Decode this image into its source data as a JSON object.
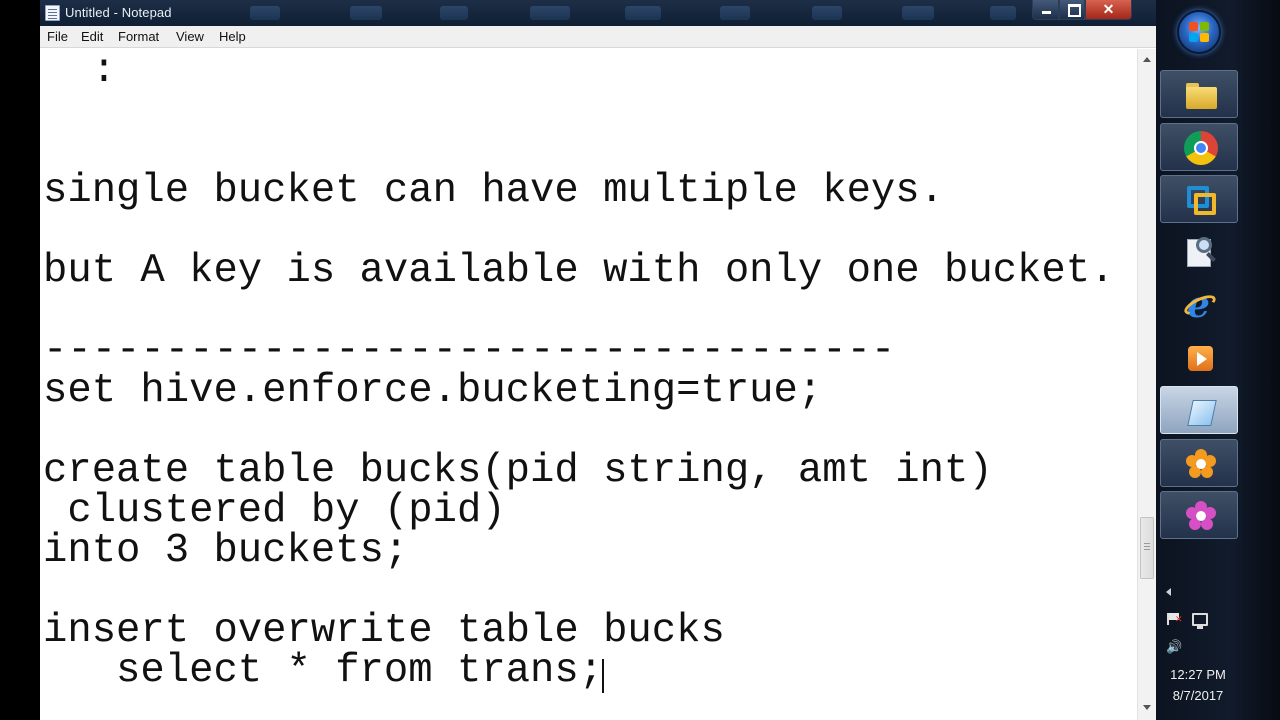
{
  "window": {
    "title": "Untitled - Notepad",
    "close_glyph": "✕"
  },
  "menu": {
    "items": [
      "File",
      "Edit",
      "Format",
      "View",
      "Help"
    ]
  },
  "editor": {
    "lines": [
      "  :",
      "",
      "",
      "single bucket can have multiple keys.",
      "",
      "but A key is available with only one bucket.",
      "",
      "-----------------------------------",
      "set hive.enforce.bucketing=true;",
      "",
      "create table bucks(pid string, amt int)",
      " clustered by (pid)",
      "into 3 buckets;",
      "",
      "insert overwrite table bucks",
      "   select * from trans;"
    ]
  },
  "taskbar": {
    "apps": [
      {
        "name": "windows-explorer",
        "icon": "folder-icon"
      },
      {
        "name": "google-chrome",
        "icon": "chrome-icon"
      },
      {
        "name": "vmware",
        "icon": "vm-icon"
      },
      {
        "name": "search",
        "icon": "search-doc-icon"
      },
      {
        "name": "internet-explorer",
        "icon": "ie-icon"
      },
      {
        "name": "media-player",
        "icon": "player-icon"
      },
      {
        "name": "notepad",
        "icon": "notepad-icon"
      },
      {
        "name": "app-orange",
        "icon": "flower-icon"
      },
      {
        "name": "app-pink",
        "icon": "flower-icon"
      }
    ],
    "clock": {
      "time": "12:27 PM",
      "date": "8/7/2017"
    }
  },
  "colors": {
    "titlebar": "#132339",
    "editor_bg": "#ffffff",
    "text": "#111111",
    "taskbar": "#0c1320",
    "flower_orange": "#f39a1f",
    "flower_pink": "#d64fc4"
  }
}
